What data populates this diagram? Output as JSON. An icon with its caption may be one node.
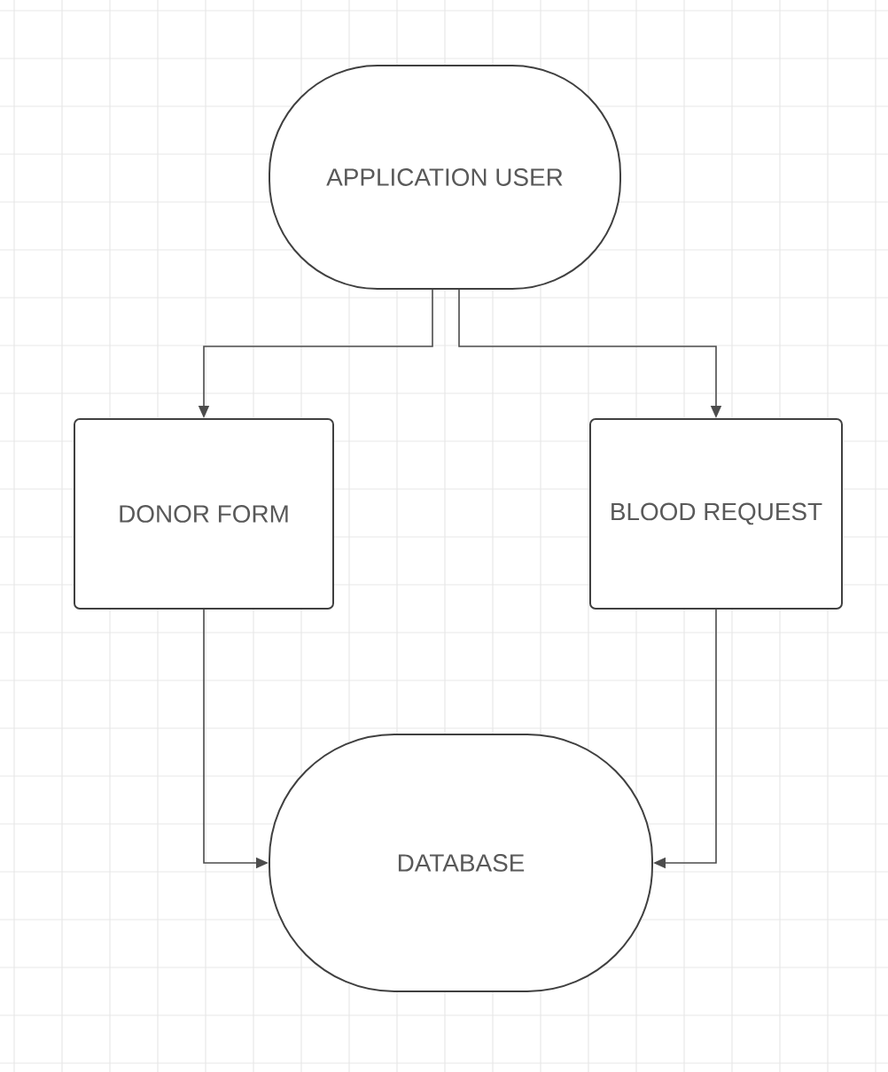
{
  "diagram": {
    "nodes": [
      {
        "text": [
          "APPLICATION USER"
        ]
      },
      {
        "text": [
          "DONOR FORM"
        ]
      },
      {
        "text": [
          "BLOOD REQUEST"
        ]
      },
      {
        "text": [
          "DATABASE"
        ]
      }
    ],
    "edges": [
      {
        "from": 0,
        "to": 1,
        "arrow": "to"
      },
      {
        "from": 0,
        "to": 2,
        "arrow": "to"
      },
      {
        "from": 1,
        "to": 3,
        "arrow": "to"
      },
      {
        "from": 2,
        "to": 3,
        "arrow": "to"
      }
    ]
  }
}
